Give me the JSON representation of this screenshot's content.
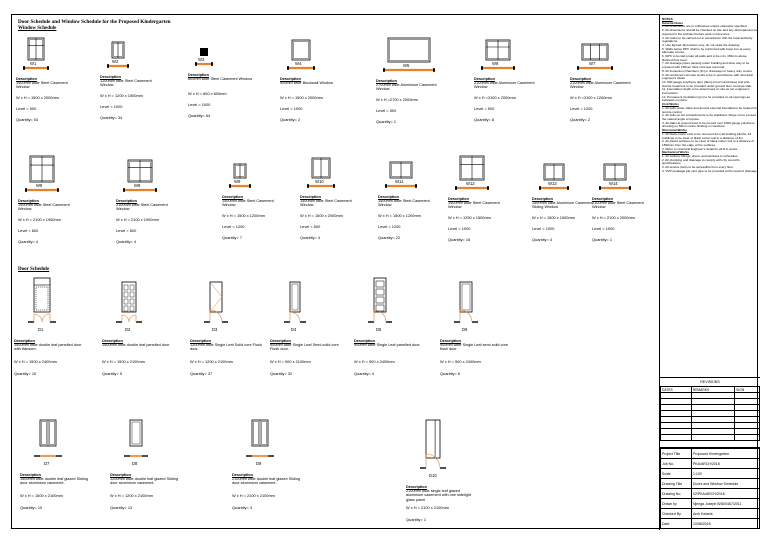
{
  "sheet": {
    "title": "Door Schedule and Window Schedule for the Proposed Kindergarten",
    "window_heading": "Window Schedule",
    "door_heading": "Door Schedule",
    "desc_heading": "Description"
  },
  "windows": [
    {
      "code": "W1",
      "desc": "1500mm wide Steel Casement Window",
      "size": "W x H = 1500 x 2000mm",
      "level": "Level = 500",
      "qty": "Quantity= 53"
    },
    {
      "code": "W2",
      "desc": "1200mm wide Steel Casement Window",
      "size": "W x H = 1200 x 1500mm",
      "level": "Level = 1000",
      "qty": "Quantity= 34"
    },
    {
      "code": "W3",
      "desc": "600mm wide Steel Casement Window",
      "size": "W x H = 600 x 600mm",
      "level": "Level = 1000",
      "qty": "Quantity= 64"
    },
    {
      "code": "W4",
      "desc": "900mm wide Blockwall Window",
      "size": "W x H = 1500 x 2000mm",
      "level": "Level = 1000",
      "qty": "Quantity= 2"
    },
    {
      "code": "W5",
      "desc": "2700mm wide Aluminium Casement Window",
      "size": "W x H =2700 x 2000mm",
      "level": "Level = 500",
      "qty": "Quantity= 1"
    },
    {
      "code": "W6",
      "desc": "2100mm wide Aluminium Casement Window",
      "size": "W x H =2100 x 2000mm",
      "level": "Level = 500",
      "qty": "Quantity= 8"
    },
    {
      "code": "W7",
      "desc": "2100mm wide Aluminium Casement Window",
      "size": "W x H =2100 x 1200mm",
      "level": "Level = 1200",
      "qty": "Quantity= 2"
    },
    {
      "code": "W8",
      "desc": "1500mm wide Steel Casement Window",
      "size": "W x H = 2100 x 1900mm",
      "level": "Level = 600",
      "qty": "Quantity= 4"
    },
    {
      "code": "W8",
      "desc": "2100mm wide Steel Casement Window",
      "size": "W x H = 2100 x 1900mm",
      "level": "Level = 600",
      "qty": "Quantity= 4"
    },
    {
      "code": "W9",
      "desc": "1500mm wide Steel Casement Window",
      "size": "W x H = 1500 x 1200mm",
      "level": "Level = 1200",
      "qty": "Quantity= 7"
    },
    {
      "code": "W10",
      "desc": "1500mm wide Steel Casement Window",
      "size": "W x H = 1500 x 2000mm",
      "level": "Level = 500",
      "qty": "Quantity= 4"
    },
    {
      "code": "W11",
      "desc": "1500mm wide Steel Casement Window",
      "size": "W x H = 1500 x 1200mm",
      "level": "Level = 1200",
      "qty": "Quantity= 22"
    },
    {
      "code": "W12",
      "desc": "1500mm wide Steel Casement Window",
      "size": "W x H = 1250 x 1500mm",
      "level": "Level = 1000",
      "qty": "Quantity= 16"
    },
    {
      "code": "W13",
      "desc": "1500mm wide Aluminium Casement Sliding Window",
      "size": "W x H = 1500 x 1500mm",
      "level": "Level = 1000",
      "qty": "Quantity= 4"
    },
    {
      "code": "W14",
      "desc": "2100mm wide Steel Casement Window",
      "size": "W x H = 2100 x 2000mm",
      "level": "Level = 1000",
      "qty": "Quantity= 1"
    }
  ],
  "doors": [
    {
      "code": "D1",
      "desc": "1500mm wide double leaf panelled door with transom.",
      "size": "W x H = 1500 x 2400mm",
      "qty": "Quantity= 10"
    },
    {
      "code": "D2",
      "desc": "1500mm wide double leaf panelled door",
      "size": "W x H = 1500 x 2100mm",
      "qty": "Quantity= 5"
    },
    {
      "code": "D3",
      "desc": "1200mm wide Single Leaf Solid core Flush door.",
      "size": "W x H = 1200 x 2100mm",
      "qty": "Quantity= 37"
    },
    {
      "code": "D4",
      "desc": "900mm wide Single Leaf Semi-solid core Flush door.",
      "size": "W x H = 900 x 2100mm",
      "qty": "Quantity= 32"
    },
    {
      "code": "D5",
      "desc": "900mm wide Single Leaf panelled door.",
      "size": "W x H = 900 x 2400mm",
      "qty": "Quantity= 4"
    },
    {
      "code": "D6",
      "desc": "900mm wide Single Leaf semi solid core flush door",
      "size": "W x H = 900 x 2400mm",
      "qty": "Quantity= 6"
    },
    {
      "code": "D7",
      "desc": "1500mm wide double leaf glazed Sliding door aluminium casement.",
      "size": "W x H = 1500 x 2100mm",
      "qty": "Quantity= 10"
    },
    {
      "code": "D8",
      "desc": "1200mm wide double leaf glazed Sliding door aluminium casement.",
      "size": "W x H = 1200 x 2100mm",
      "qty": "Quantity= 13"
    },
    {
      "code": "D9",
      "desc": "2100mm wide double leaf glazed Sliding door aluminium casement.",
      "size": "W x H = 2100 x 2100mm",
      "qty": "Quantity= 3"
    },
    {
      "code": "D10",
      "desc": "2100mm wide single leaf glazed aluminium casement with one sidelight glass panel",
      "size": "W x H = 2100 x 2100mm",
      "qty": "Quantity= 1"
    }
  ],
  "notes": {
    "heading": "NOTES",
    "general_heading": "General Notes",
    "general": [
      "1. All dimensions are in millimetres unless otherwise specified.",
      "2. All dimensions should be checked on site and any discrepancies be reported to the architect before work commences.",
      "3. All works to be carried out in accordance with the local authority regulations.",
      "4. Use figured dimensions only, do not scale the drawing.",
      "5. Walls below DPC shall to be reinforced with hoop iron at every alternate course.",
      "6. DPC to be laid under all walls and to be min. 150mm above finished floor level.",
      "7. All drainage pipes passing under building and drive way to be encased with 150mm thick concrete surround.",
      "8. All Inspection Chambers (IC) in driveways to heavy duty covers.",
      "9. All reinforced concrete works to be in accordance with structural engineer's detail.",
      "10. 500 gauge polythene dpm (damp proof membrane) and anti-termite treatment to be provided under ground floor concrete slab.",
      "11. Foundation depth to be determined on site as per engineer's instructions.",
      "12. Permanent Ventilation (pv) to be provided on all openings as indicated on plans."
    ],
    "civil_heading": "Civil Works",
    "civil": [
      "1. All soils under slabs and around external foundations be treated for termite control.",
      "2. All soils on cut embankments to be stabilised. Slope not to exceed the natural angle of repose.",
      "3. All slabs at ground level to be poured over 1000 gauge polythene sheeting on 50mm stone blinding on hardcore."
    ],
    "struct_heading": "Structural Works",
    "struct": [
      "1. All black cotton soils to be removed from all building plinths. All buildings to be clear of black cotton soil to a distance of 3m.",
      "2. All paved surfaces to be clear of black cotton soil to a distance of 1500mm from the edge of the surfaces.",
      "3. Refer to structural Engineer's detail for all R.C works."
    ],
    "mech_heading": "Mechanical Works",
    "mech": [
      "1. All sanitary fittings, doors, and windows to schedules.",
      "2. All plumbing and drainage to comply with city council's specifications.",
      "3. All service ducts to be accessible from every floor.",
      "4. SVP (soakage pit) vent pipe to be provided at the head of drainage."
    ]
  },
  "revisions": {
    "title": "REVISIONS",
    "columns": [
      "DATES",
      "REMARKS",
      "SIGN"
    ]
  },
  "title_block": [
    {
      "k": "Project Title",
      "v": "Proposed Kindergarten"
    },
    {
      "k": "Job No.",
      "v": "PKA/ARCH/2018"
    },
    {
      "k": "Scale",
      "v": "1:100"
    },
    {
      "k": "Drawing Title",
      "v": "Doors and Window Schedule"
    },
    {
      "k": "Drawing No.",
      "v": "02/PKA/ARCH/2018"
    },
    {
      "k": "Drawn by",
      "v": "Njenga Joseph B/ID/0467/2011"
    },
    {
      "k": "Checked By",
      "v": "Arch Kelanis"
    },
    {
      "k": "Date",
      "v": "10/08/2018"
    }
  ],
  "colors": {
    "accent": "#e8812c",
    "line": "#000000"
  }
}
